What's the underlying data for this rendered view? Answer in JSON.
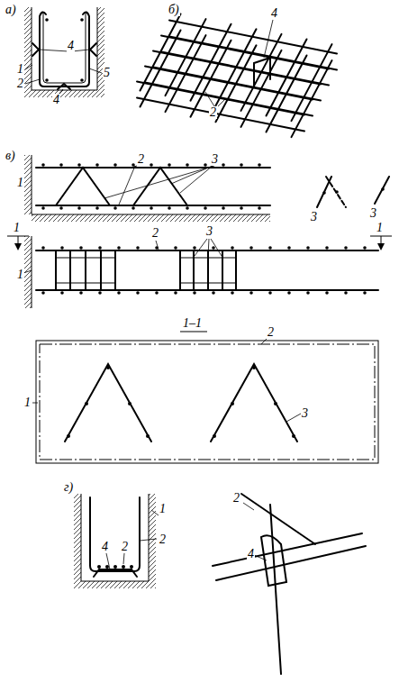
{
  "diagram": {
    "labels": [
      "а)",
      "4",
      "1",
      "2",
      "5",
      "4",
      "б)",
      "4",
      "2",
      "в)",
      "2",
      "3",
      "1",
      "3",
      "3",
      "1",
      "1",
      "2",
      "3",
      "1",
      "1–1",
      "2",
      "1",
      "3",
      "г)",
      "1",
      "2",
      "4",
      "2",
      "2",
      "4"
    ]
  }
}
